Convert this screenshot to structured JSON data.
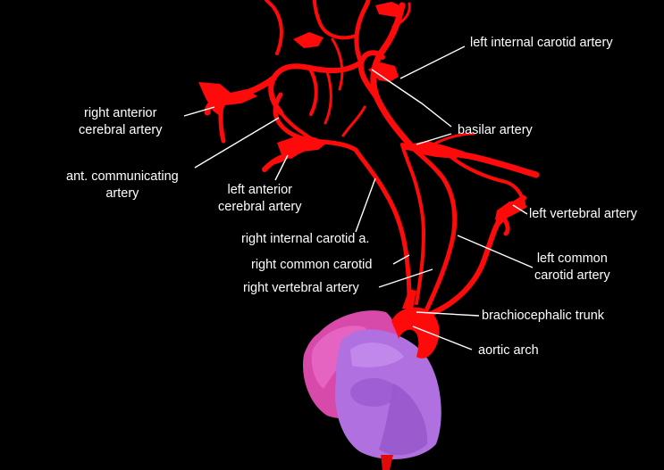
{
  "colors": {
    "background": "#000000",
    "artery": "#ff0a0a",
    "artery_dark": "#b00000",
    "heart_magenta": "#e64fc0",
    "heart_violet": "#b46ee6",
    "leader_line": "#ffffff",
    "label_text": "#ffffff"
  },
  "labels": {
    "left_internal_carotid": [
      "left internal carotid artery"
    ],
    "right_anterior_cerebral": [
      "right anterior",
      "cerebral artery"
    ],
    "basilar": [
      "basilar artery"
    ],
    "ant_communicating": [
      "ant. communicating",
      "artery"
    ],
    "left_anterior_cerebral": [
      "left anterior",
      "cerebral artery"
    ],
    "left_vertebral": [
      "left vertebral artery"
    ],
    "right_internal_carotid": [
      "right internal carotid a."
    ],
    "left_common_carotid": [
      "left common",
      "carotid artery"
    ],
    "right_common_carotid": [
      "right common carotid"
    ],
    "right_vertebral": [
      "right vertebral artery"
    ],
    "brachiocephalic_trunk": [
      "brachiocephalic trunk"
    ],
    "aortic_arch": [
      "aortic arch"
    ]
  }
}
